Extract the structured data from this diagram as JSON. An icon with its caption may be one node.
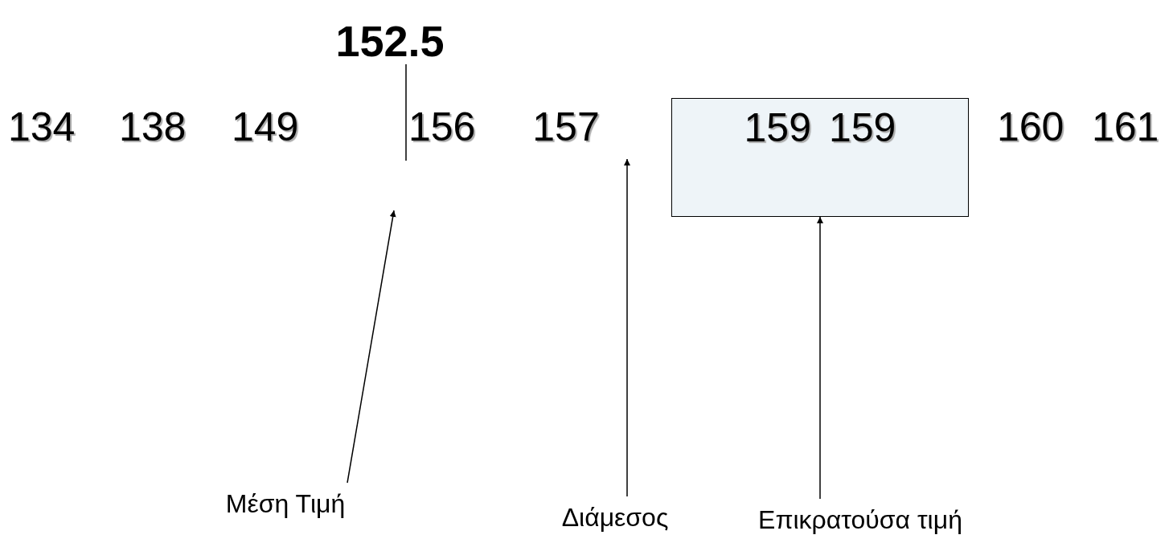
{
  "diagram": {
    "nodes": [
      {
        "text": [
          "152.5"
        ]
      },
      {
        "text": [
          "157"
        ]
      },
      {
        "text": [
          "159",
          "159"
        ]
      },
      {
        "text": [
          "Μέση Τιμή"
        ]
      },
      {
        "text": [
          "Διάμεσος"
        ]
      },
      {
        "text": [
          "Επικρατούσα τιμή"
        ]
      }
    ],
    "edges": [
      {
        "from": 0,
        "to": null,
        "arrow": "none"
      },
      {
        "from": 3,
        "to": null,
        "arrow": "to"
      },
      {
        "from": 4,
        "to": 1,
        "arrow": "to"
      },
      {
        "from": 5,
        "to": 2,
        "arrow": "to"
      }
    ],
    "labels": [
      "134",
      "138",
      "149",
      "156",
      "160",
      "161"
    ]
  }
}
